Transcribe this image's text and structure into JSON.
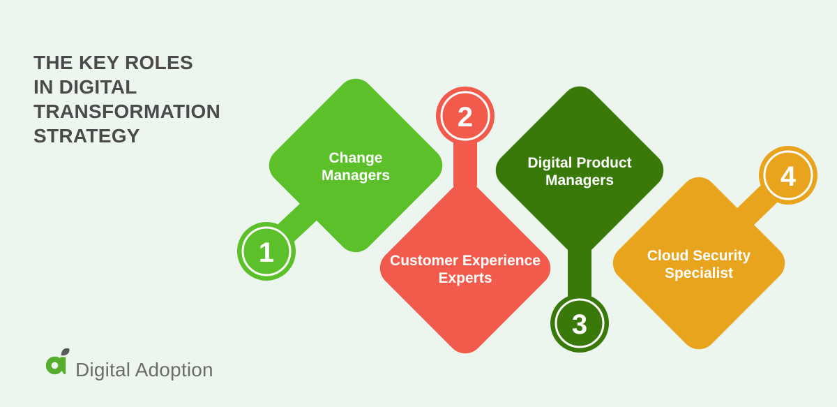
{
  "background": "#ecf6ee",
  "title": {
    "lines": [
      "THE KEY ROLES",
      "IN DIGITAL",
      "TRANSFORMATION",
      "STRATEGY"
    ],
    "color": "#4a4a4a"
  },
  "roles": [
    {
      "number": "1",
      "label_lines": [
        "Change",
        "Managers"
      ],
      "color": "#5cc02b"
    },
    {
      "number": "2",
      "label_lines": [
        "Customer Experience",
        "Experts"
      ],
      "color": "#f25b4b"
    },
    {
      "number": "3",
      "label_lines": [
        "Digital Product",
        "Managers"
      ],
      "color": "#38790a"
    },
    {
      "number": "4",
      "label_lines": [
        "Cloud Security",
        "Specialist"
      ],
      "color": "#e9a41d"
    }
  ],
  "badge_text_color": "#ffffff",
  "label_text_color": "#ffffff",
  "badge_ring_color": "#ffffff",
  "logo": {
    "text": "Digital Adoption",
    "text_color": "#6c6c6c",
    "icon_color": "#55ad2b",
    "leaf_color": "#58595b"
  }
}
